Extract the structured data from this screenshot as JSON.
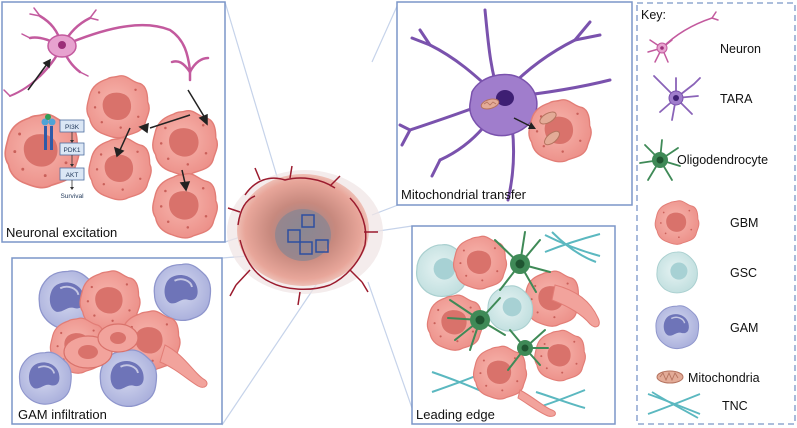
{
  "panels": {
    "neuronal_excitation": {
      "title": "Neuronal excitation"
    },
    "mitochondrial_transfer": {
      "title": "Mitochondrial transfer"
    },
    "gam_infiltration": {
      "title": "GAM infiltration"
    },
    "leading_edge": {
      "title": "Leading edge"
    }
  },
  "pathway": {
    "nodes": [
      "PI3K",
      "PDK1",
      "AKT"
    ],
    "outcome": "Survival"
  },
  "key": {
    "title": "Key:",
    "items": [
      {
        "label": "Neuron",
        "icon": "neuron-icon"
      },
      {
        "label": "TARA",
        "icon": "tara-icon"
      },
      {
        "label": "Oligodendrocyte",
        "icon": "oligodendrocyte-icon"
      },
      {
        "label": "GBM",
        "icon": "gbm-cell-icon"
      },
      {
        "label": "GSC",
        "icon": "gsc-cell-icon"
      },
      {
        "label": "GAM",
        "icon": "gam-cell-icon"
      },
      {
        "label": "Mitochondria",
        "icon": "mitochondria-icon"
      },
      {
        "label": "TNC",
        "icon": "tnc-icon"
      }
    ]
  },
  "colors": {
    "panel_border": "#7b96c8",
    "gbm_fill": "#f2a39c",
    "gbm_nucleus": "#d9726b",
    "gsc_fill": "#cfe6e6",
    "gam_fill": "#b7bde0",
    "gam_nucleus": "#6e74b8",
    "neuron": "#c35a9e",
    "tara": "#8a63b8",
    "oligodendrocyte": "#3f8a57",
    "tnc": "#5bb8c0",
    "mitochondria": "#d99a86"
  }
}
